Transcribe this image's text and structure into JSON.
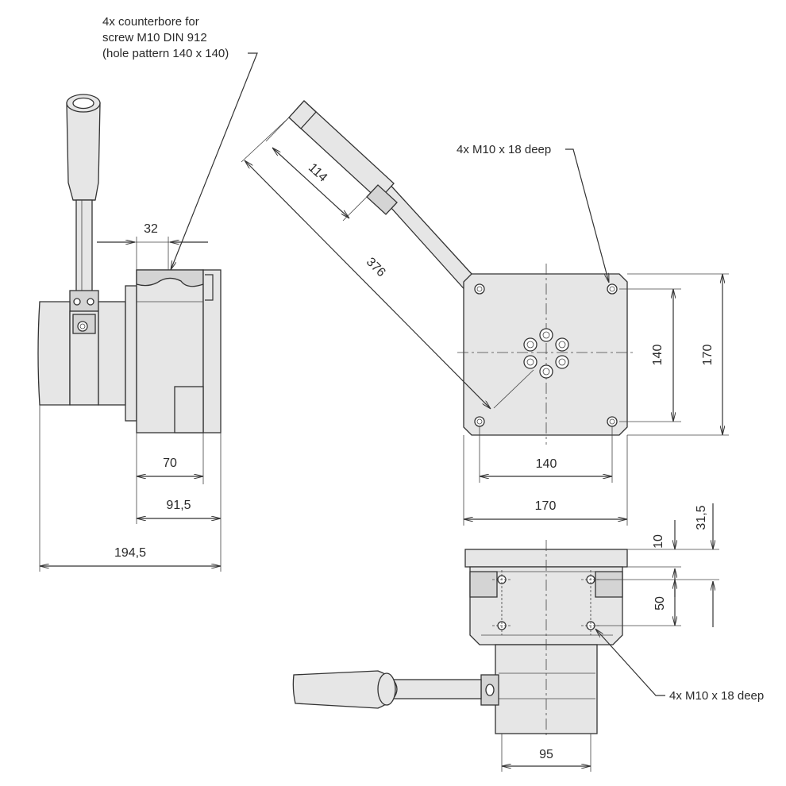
{
  "notes": {
    "counterbore_line1": "4x counterbore for",
    "counterbore_line2": "screw M10 DIN 912",
    "counterbore_line3": "(hole pattern 140 x 140)",
    "thread_top": "4x M10 x 18 deep",
    "thread_bottom": "4x M10 x 18 deep"
  },
  "dimensions": {
    "side_32": "32",
    "side_70": "70",
    "side_91_5": "91,5",
    "side_194_5": "194,5",
    "top_114": "114",
    "top_376": "376",
    "top_140_h": "140",
    "top_170_h": "170",
    "top_140_v": "140",
    "top_170_v": "170",
    "front_31_5": "31,5",
    "front_10": "10",
    "front_50": "50",
    "front_95": "95"
  }
}
